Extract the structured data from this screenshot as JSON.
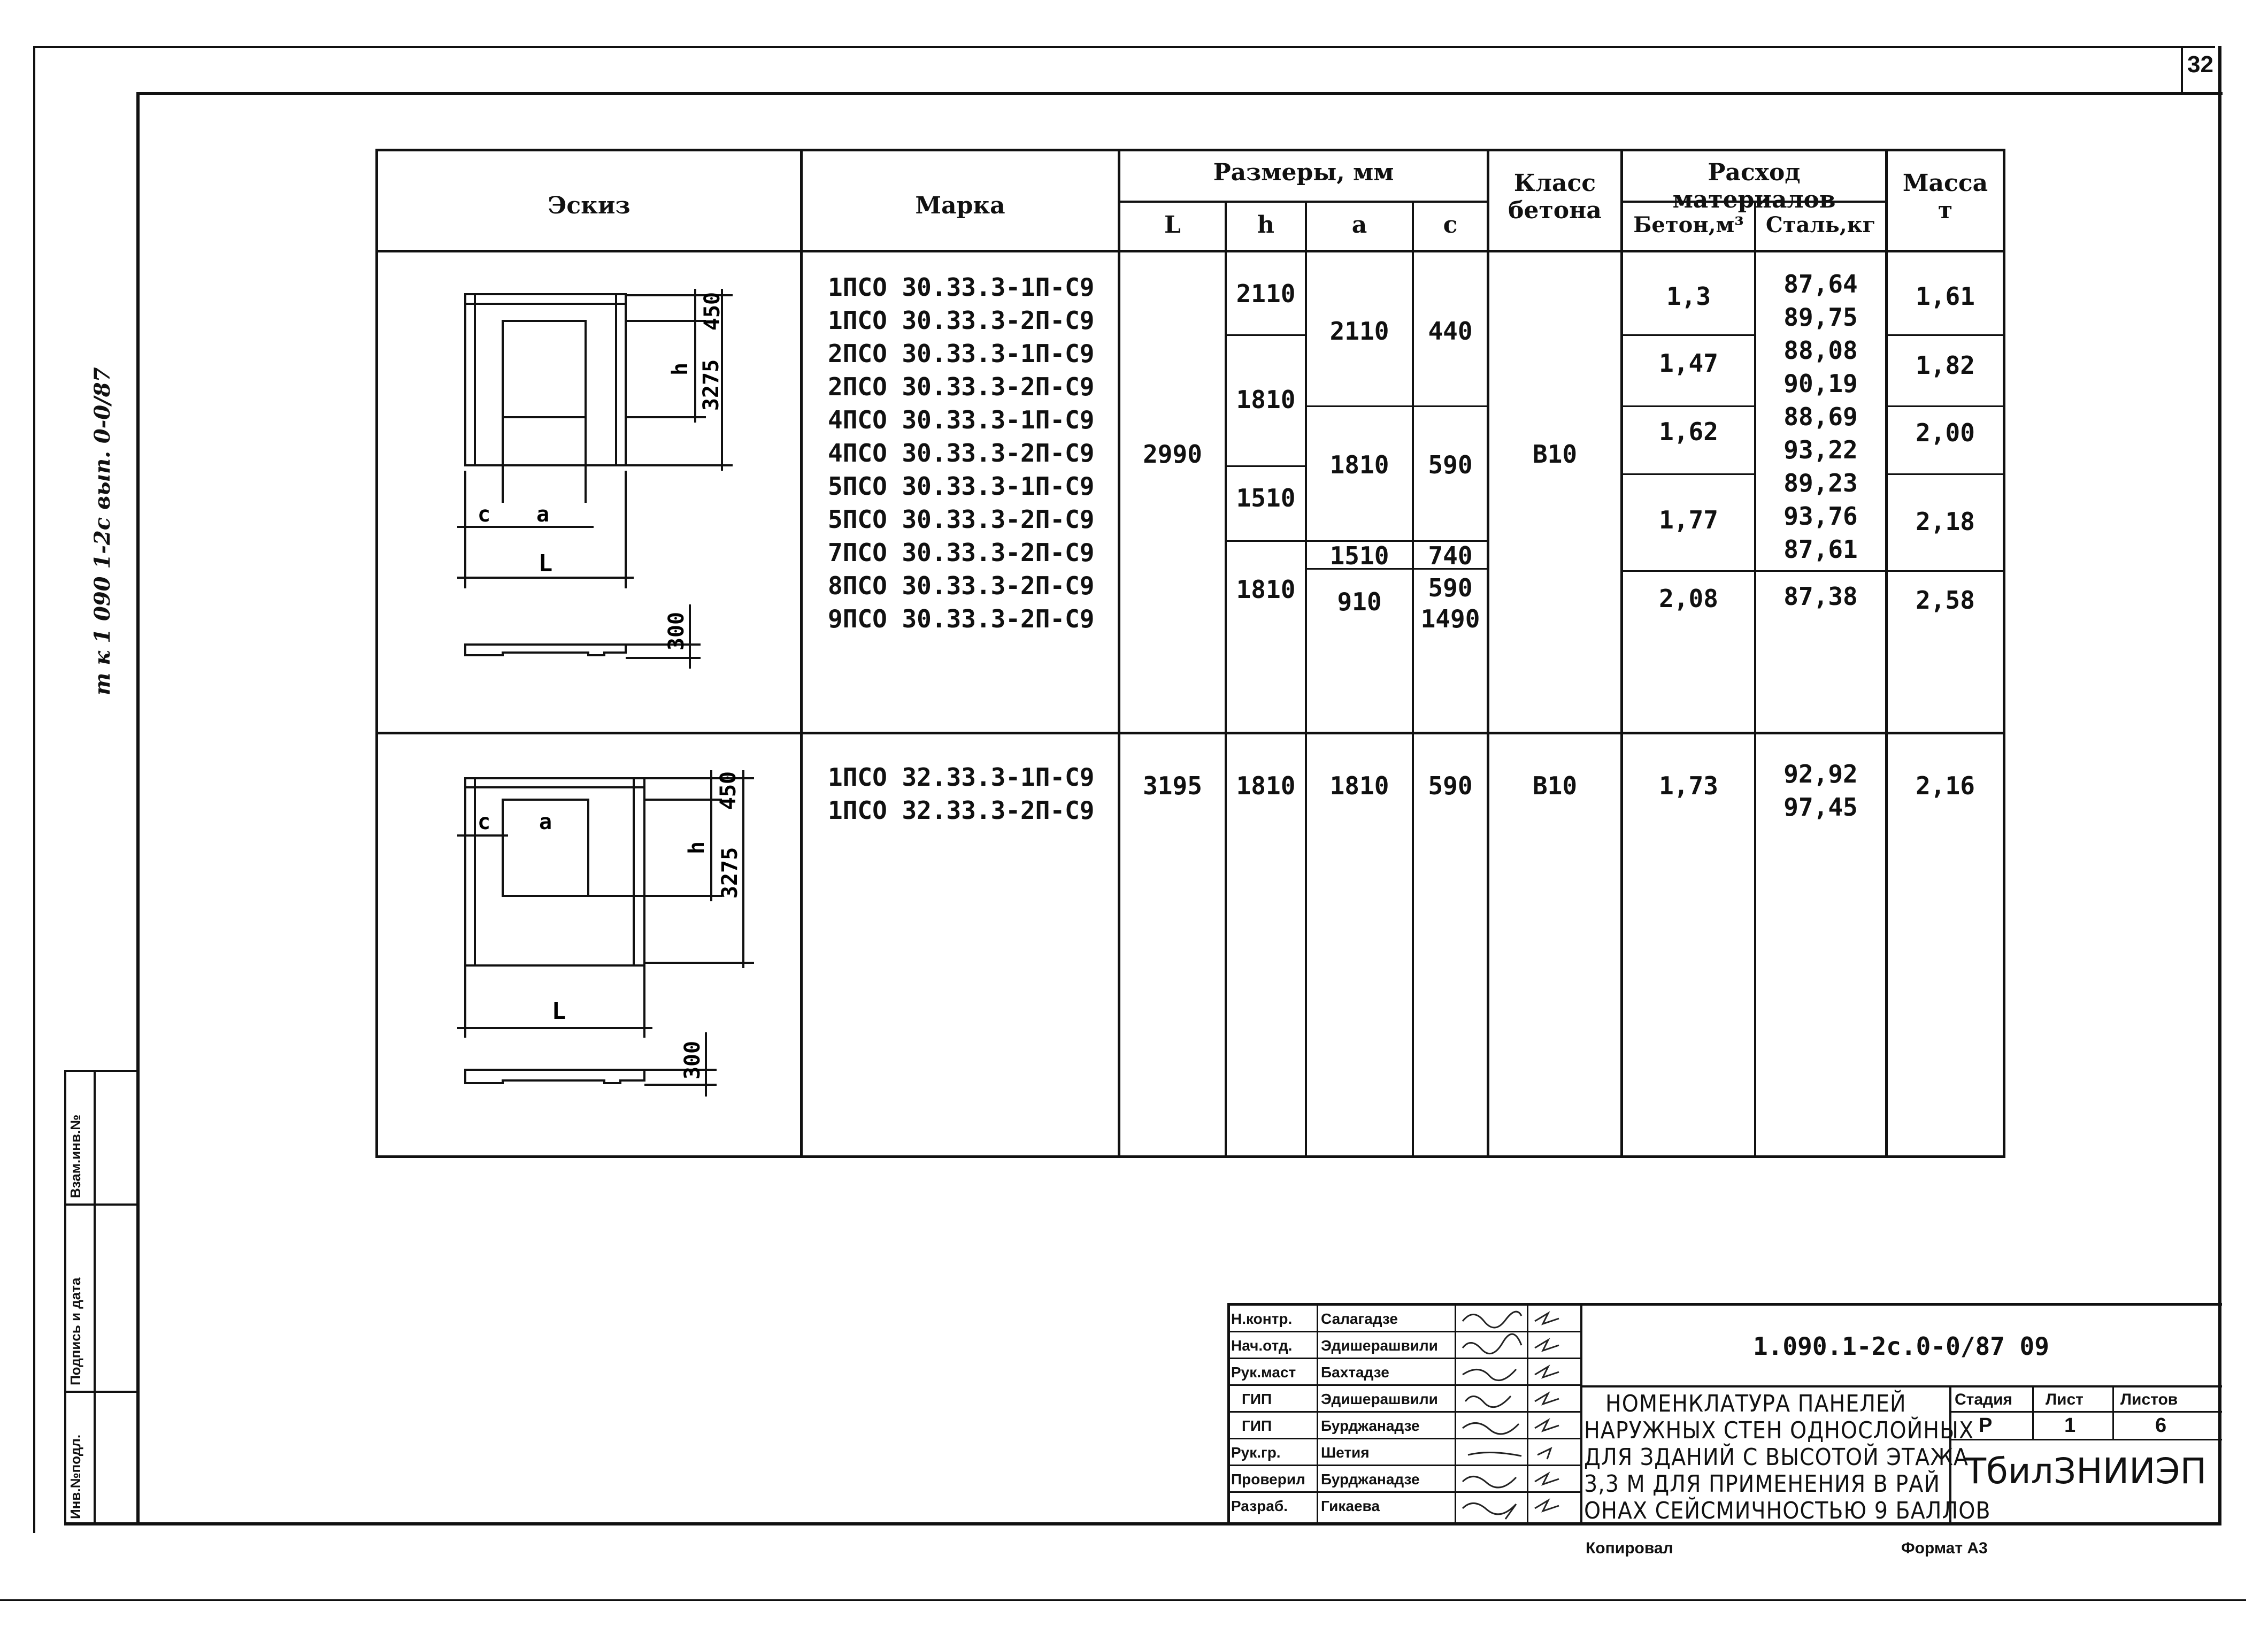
{
  "sheet_number": "32",
  "side_label": "т к 1 090 1-2с вып. 0-0/87",
  "side_table": [
    "Инв.№подл.",
    "Подпись и дата",
    "Взам.инв.№"
  ],
  "table": {
    "headers": {
      "eskiz": "Эскиз",
      "marka": "Марка",
      "razmery": "Размеры, мм",
      "L": "L",
      "h": "h",
      "a": "a",
      "c": "c",
      "klass_line1": "Класс",
      "klass_line2": "бетона",
      "rashod": "Расход материалов",
      "beton": "Бетон,м³",
      "stal": "Сталь,кг",
      "massa_line1": "Масса",
      "massa_line2": "т"
    },
    "group1": {
      "marks": [
        "1ПСО 30.33.3-1П-С9",
        "1ПСО 30.33.3-2П-С9",
        "2ПСО 30.33.3-1П-С9",
        "2ПСО 30.33.3-2П-С9",
        "4ПСО 30.33.3-1П-С9",
        "4ПСО 30.33.3-2П-С9",
        "5ПСО 30.33.3-1П-С9",
        "5ПСО 30.33.3-2П-С9",
        "7ПСО 30.33.3-2П-С9",
        "8ПСО 30.33.3-2П-С9",
        "9ПСО 30.33.3-2П-С9"
      ],
      "L": "2990",
      "h": [
        "2110",
        "1810",
        "1510",
        "1810"
      ],
      "a": [
        "2110",
        "1810",
        "1510",
        "910"
      ],
      "c": [
        "440",
        "590",
        "740",
        "590",
        "1490"
      ],
      "klass": "В10",
      "beton": [
        "1,3",
        "1,47",
        "1,62",
        "1,77",
        "2,08"
      ],
      "stal": [
        "87,64",
        "89,75",
        "88,08",
        "90,19",
        "88,69",
        "93,22",
        "89,23",
        "93,76",
        "87,61",
        "87,38"
      ],
      "massa": [
        "1,61",
        "1,82",
        "2,00",
        "2,18",
        "2,58"
      ],
      "sketch": {
        "dim_top": "450",
        "dim_h": "h",
        "dim_total": "3275",
        "dim_c": "c",
        "dim_a": "a",
        "dim_L": "L",
        "dim_thick": "300"
      }
    },
    "group2": {
      "marks": [
        "1ПСО 32.33.3-1П-С9",
        "1ПСО 32.33.3-2П-С9"
      ],
      "L": "3195",
      "h": "1810",
      "a": "1810",
      "c": "590",
      "klass": "В10",
      "beton": "1,73",
      "stal": [
        "92,92",
        "97,45"
      ],
      "massa": "2,16",
      "sketch": {
        "dim_top": "450",
        "dim_h": "h",
        "dim_total": "3275",
        "dim_c": "c",
        "dim_a": "a",
        "dim_L": "L",
        "dim_thick": "300"
      }
    }
  },
  "title_block": {
    "roles": [
      "Н.контр.",
      "Нач.отд.",
      "Рук.маст",
      "ГИП",
      "ГИП",
      "Рук.гр.",
      "Проверил",
      "Разраб."
    ],
    "names": [
      "Салагадзе",
      "Эдишерашвили",
      "Бахтадзе",
      "Эдишерашвили",
      "Бурджанадзе",
      "Шетия",
      "Бурджанадзе",
      "Гикаева"
    ],
    "code": "1.090.1-2с.0-0/87 09",
    "title_lines": [
      "НОМЕНКЛАТУРА ПАНЕЛЕЙ",
      "НАРУЖНЫХ СТЕН ОДНОСЛОЙНЫХ",
      "ДЛЯ ЗДАНИЙ С ВЫСОТОЙ ЭТАЖА",
      "3,3 М ДЛЯ ПРИМЕНЕНИЯ В РАЙ",
      "ОНАХ СЕЙСМИЧНОСТЬЮ 9 БАЛЛОВ"
    ],
    "stadia_label": "Стадия",
    "list_label": "Лист",
    "listov_label": "Листов",
    "stadia": "Р",
    "list": "1",
    "listov": "6",
    "org": "ТбилЗНИИЭП"
  },
  "footer": {
    "copied": "Копировал",
    "format": "Формат А3"
  }
}
